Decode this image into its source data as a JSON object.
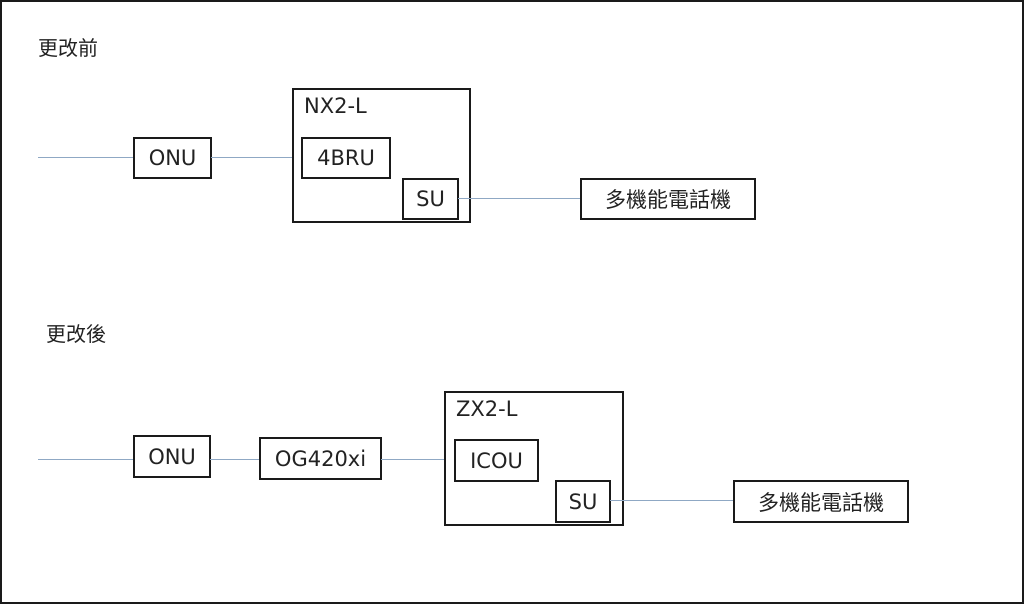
{
  "before": {
    "label": "更改前",
    "nodes": {
      "onu": "ONU",
      "pbx": "NX2-L",
      "pbx_unit_in": "4BRU",
      "pbx_unit_out": "SU",
      "phone": "多機能電話機"
    }
  },
  "after": {
    "label": "更改後",
    "nodes": {
      "onu": "ONU",
      "gateway": "OG420xi",
      "pbx": "ZX2-L",
      "pbx_unit_in": "ICOU",
      "pbx_unit_out": "SU",
      "phone": "多機能電話機"
    }
  },
  "colors": {
    "line": "#8fa8c4",
    "border": "#1a1a1a"
  }
}
